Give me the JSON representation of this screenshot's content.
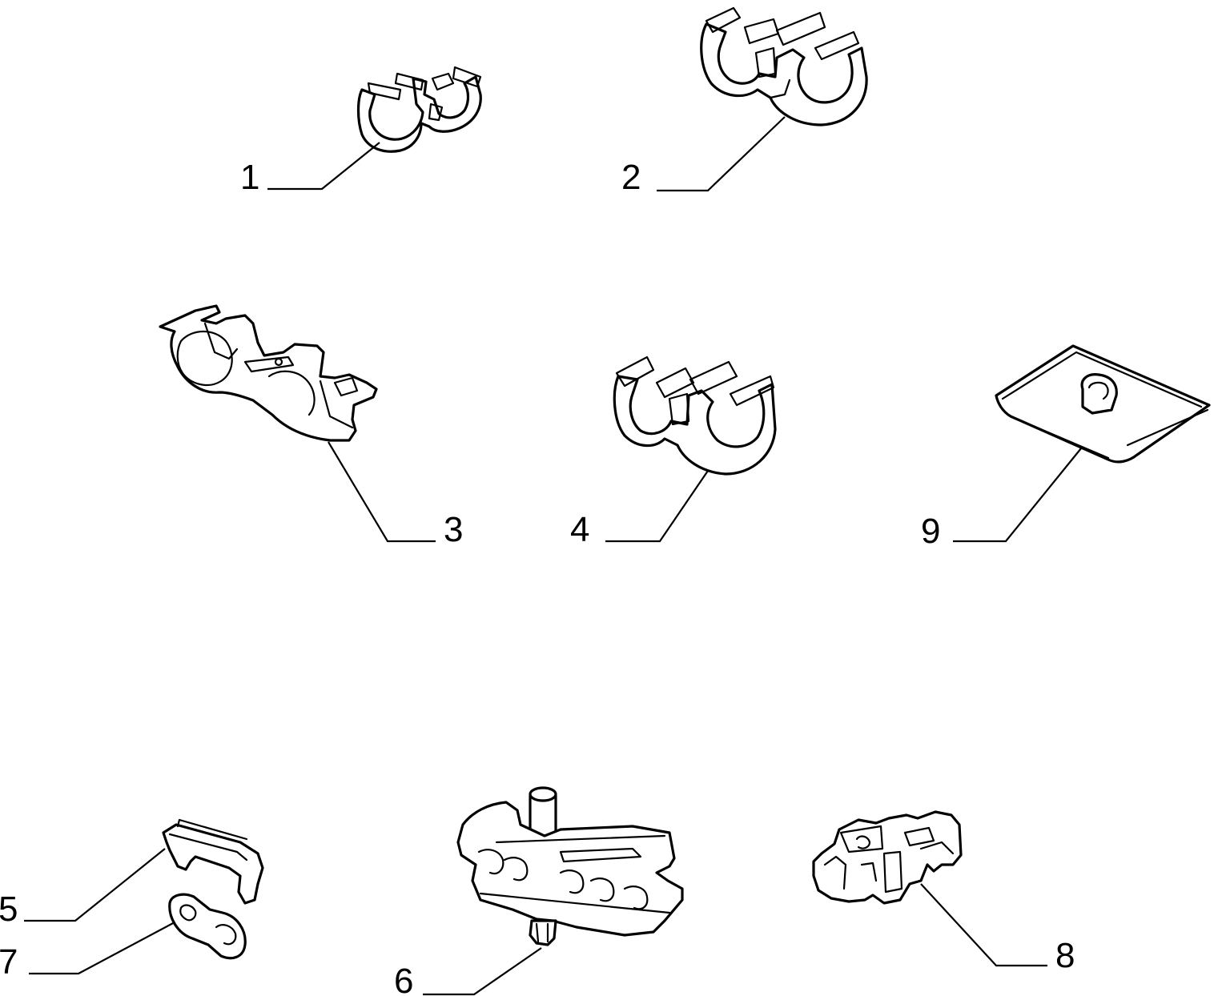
{
  "parts": [
    {
      "number": "1",
      "icon": "double-pipe-clip-small"
    },
    {
      "number": "2",
      "icon": "double-pipe-clip-large"
    },
    {
      "number": "3",
      "icon": "double-pipe-bracket"
    },
    {
      "number": "4",
      "icon": "double-pipe-clip-medium"
    },
    {
      "number": "5",
      "icon": "retaining-clip"
    },
    {
      "number": "6",
      "icon": "multi-pipe-holder-with-push-pin"
    },
    {
      "number": "7",
      "icon": "small-double-clip"
    },
    {
      "number": "8",
      "icon": "pipe-clip-block"
    },
    {
      "number": "9",
      "icon": "mounting-plate-with-clip"
    }
  ],
  "colors": {
    "line": "#000000",
    "background": "#ffffff"
  }
}
